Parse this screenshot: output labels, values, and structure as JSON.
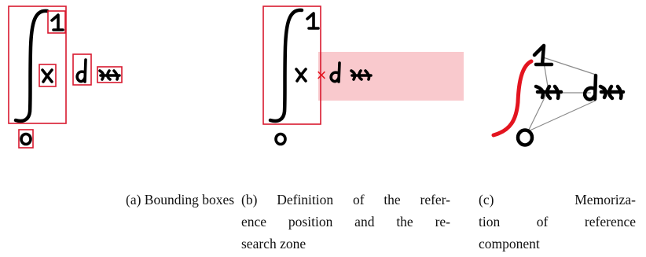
{
  "panels": [
    {
      "id": "a",
      "caption_lines": [
        "(a) Bounding boxes"
      ]
    },
    {
      "id": "b",
      "caption_lines": [
        "(b) Definition of the refer-",
        "ence position and the re-",
        "search zone"
      ],
      "marker": "×"
    },
    {
      "id": "c",
      "caption_lines": [
        "(c)      Memoriza-",
        "tion of reference",
        "component"
      ]
    }
  ],
  "symbols": {
    "upper_bound": "1",
    "lower_bound": "0",
    "variable": "x",
    "differential_d": "d",
    "differential_x": "x"
  },
  "colors": {
    "bounding_box": "#d8192f",
    "search_zone": "#f9c9cd",
    "reference_highlight": "#e3141f",
    "link_lines": "#8a8a8a",
    "ink": "#000000"
  }
}
